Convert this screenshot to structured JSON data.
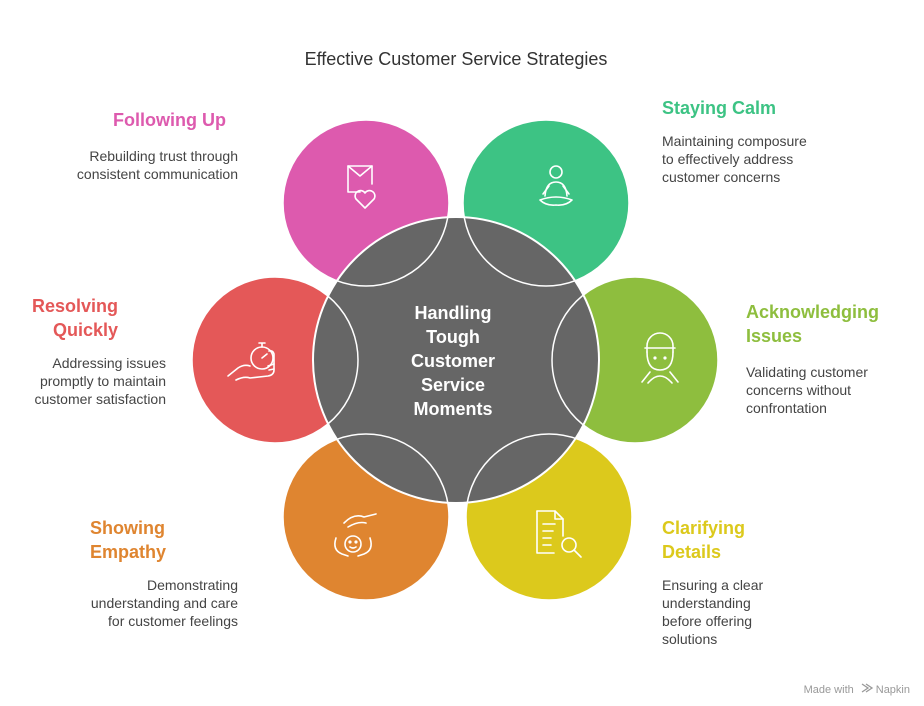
{
  "title": "Effective Customer Service Strategies",
  "center": {
    "lines": [
      "Handling",
      "Tough",
      "Customer",
      "Service",
      "Moments"
    ],
    "color": "#666666"
  },
  "petals": [
    {
      "key": "following-up",
      "title": "Following Up",
      "desc": "Rebuilding trust through consistent communication",
      "color": "#DD5AAE",
      "icon": "envelope-heart-icon"
    },
    {
      "key": "staying-calm",
      "title": "Staying Calm",
      "desc": "Maintaining composure to effectively address customer concerns",
      "color": "#3DC384",
      "icon": "meditation-icon"
    },
    {
      "key": "acknowledging-issues",
      "title": "Acknowledging Issues",
      "desc": "Validating customer concerns without confrontation",
      "color": "#8EBE3E",
      "icon": "support-agent-icon"
    },
    {
      "key": "clarifying-details",
      "title": "Clarifying Details",
      "desc": "Ensuring a clear understanding before offering solutions",
      "color": "#DCC91C",
      "icon": "document-search-icon"
    },
    {
      "key": "showing-empathy",
      "title": "Showing Empathy",
      "desc": "Demonstrating understanding and care for customer feelings",
      "color": "#DF8530",
      "icon": "caring-hands-icon"
    },
    {
      "key": "resolving-quickly",
      "title": "Resolving Quickly",
      "desc": "Addressing issues promptly to maintain customer satisfaction",
      "color": "#E45858",
      "icon": "stopwatch-hand-icon"
    }
  ],
  "watermark": {
    "prefix": "Made with",
    "brand": "Napkin"
  }
}
